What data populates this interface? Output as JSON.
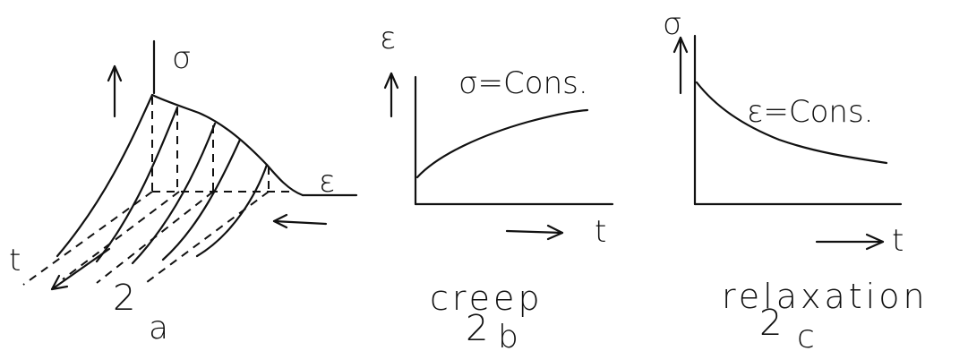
{
  "panel_a": {
    "sigma_axis": "σ",
    "eps_axis": "ε",
    "t_axis": "t",
    "label_num": "2",
    "label_sub": "a"
  },
  "panel_b": {
    "y_axis": "ε",
    "condition": "σ=Cons.",
    "x_axis": "t",
    "caption": "creep",
    "label_num": "2",
    "label_sub": "b"
  },
  "panel_c": {
    "y_axis": "σ",
    "condition": "ε=Cons.",
    "x_axis": "t",
    "caption": "relaxation",
    "label_num": "2",
    "label_sub": "c"
  }
}
